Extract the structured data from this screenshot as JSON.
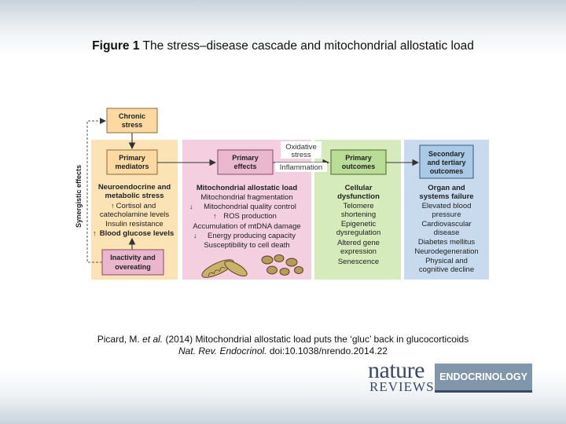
{
  "title": {
    "label": "Figure 1",
    "text": "The stress–disease cascade and mitochondrial allostatic load"
  },
  "diagram": {
    "chronic_stress": [
      "Chronic",
      "stress"
    ],
    "primary_mediators": [
      "Primary",
      "mediators"
    ],
    "inactivity": [
      "Inactivity and",
      "overeating"
    ],
    "synergistic": "Synergistic effects",
    "neuro_title": [
      "Neuroendocrine and",
      "metabolic stress"
    ],
    "neuro_items": [
      "Cortisol and",
      "catecholamine levels",
      "Insulin resistance",
      "Blood glucose levels"
    ],
    "primary_effects": [
      "Primary",
      "effects"
    ],
    "oxidative": [
      "Oxidative",
      "stress"
    ],
    "inflammation": "Inflammation",
    "mito_title": "Mitochondrial allostatic load",
    "mito_items": [
      "Mitochondrial fragmentation",
      "Mitochondrial quality control",
      "ROS production",
      "Accumulation of mtDNA damage",
      "Energy producing capacity",
      "Susceptibility to cell death"
    ],
    "primary_outcomes": [
      "Primary",
      "outcomes"
    ],
    "cellular_title": [
      "Cellular",
      "dysfunction"
    ],
    "cellular_items": [
      "Telomere",
      "shortening",
      "Epigenetic",
      "dysregulation",
      "Altered gene",
      "expression",
      "Senescence"
    ],
    "secondary": [
      "Secondary",
      "and tertiary",
      "outcomes"
    ],
    "organ_title": [
      "Organ and",
      "systems failure"
    ],
    "organ_items": [
      "Elevated blood",
      "pressure",
      "Cardiovascular",
      "disease",
      "Diabetes mellitus",
      "Neurodegeneration",
      "Physical and",
      "cognitive decline"
    ]
  },
  "citation": {
    "line1_author": "Picard, M.",
    "line1_etal": "et al.",
    "line1_rest": "(2014) Mitochondrial allostatic load puts the ‘gluc’ back in glucocorticoids",
    "line2_journal": "Nat. Rev. Endocrinol.",
    "line2_doi": "doi:10.1038/nrendo.2014.22"
  },
  "logo": {
    "nature": "nature",
    "reviews": "REVIEWS",
    "section": "ENDOCRINOLOGY"
  }
}
